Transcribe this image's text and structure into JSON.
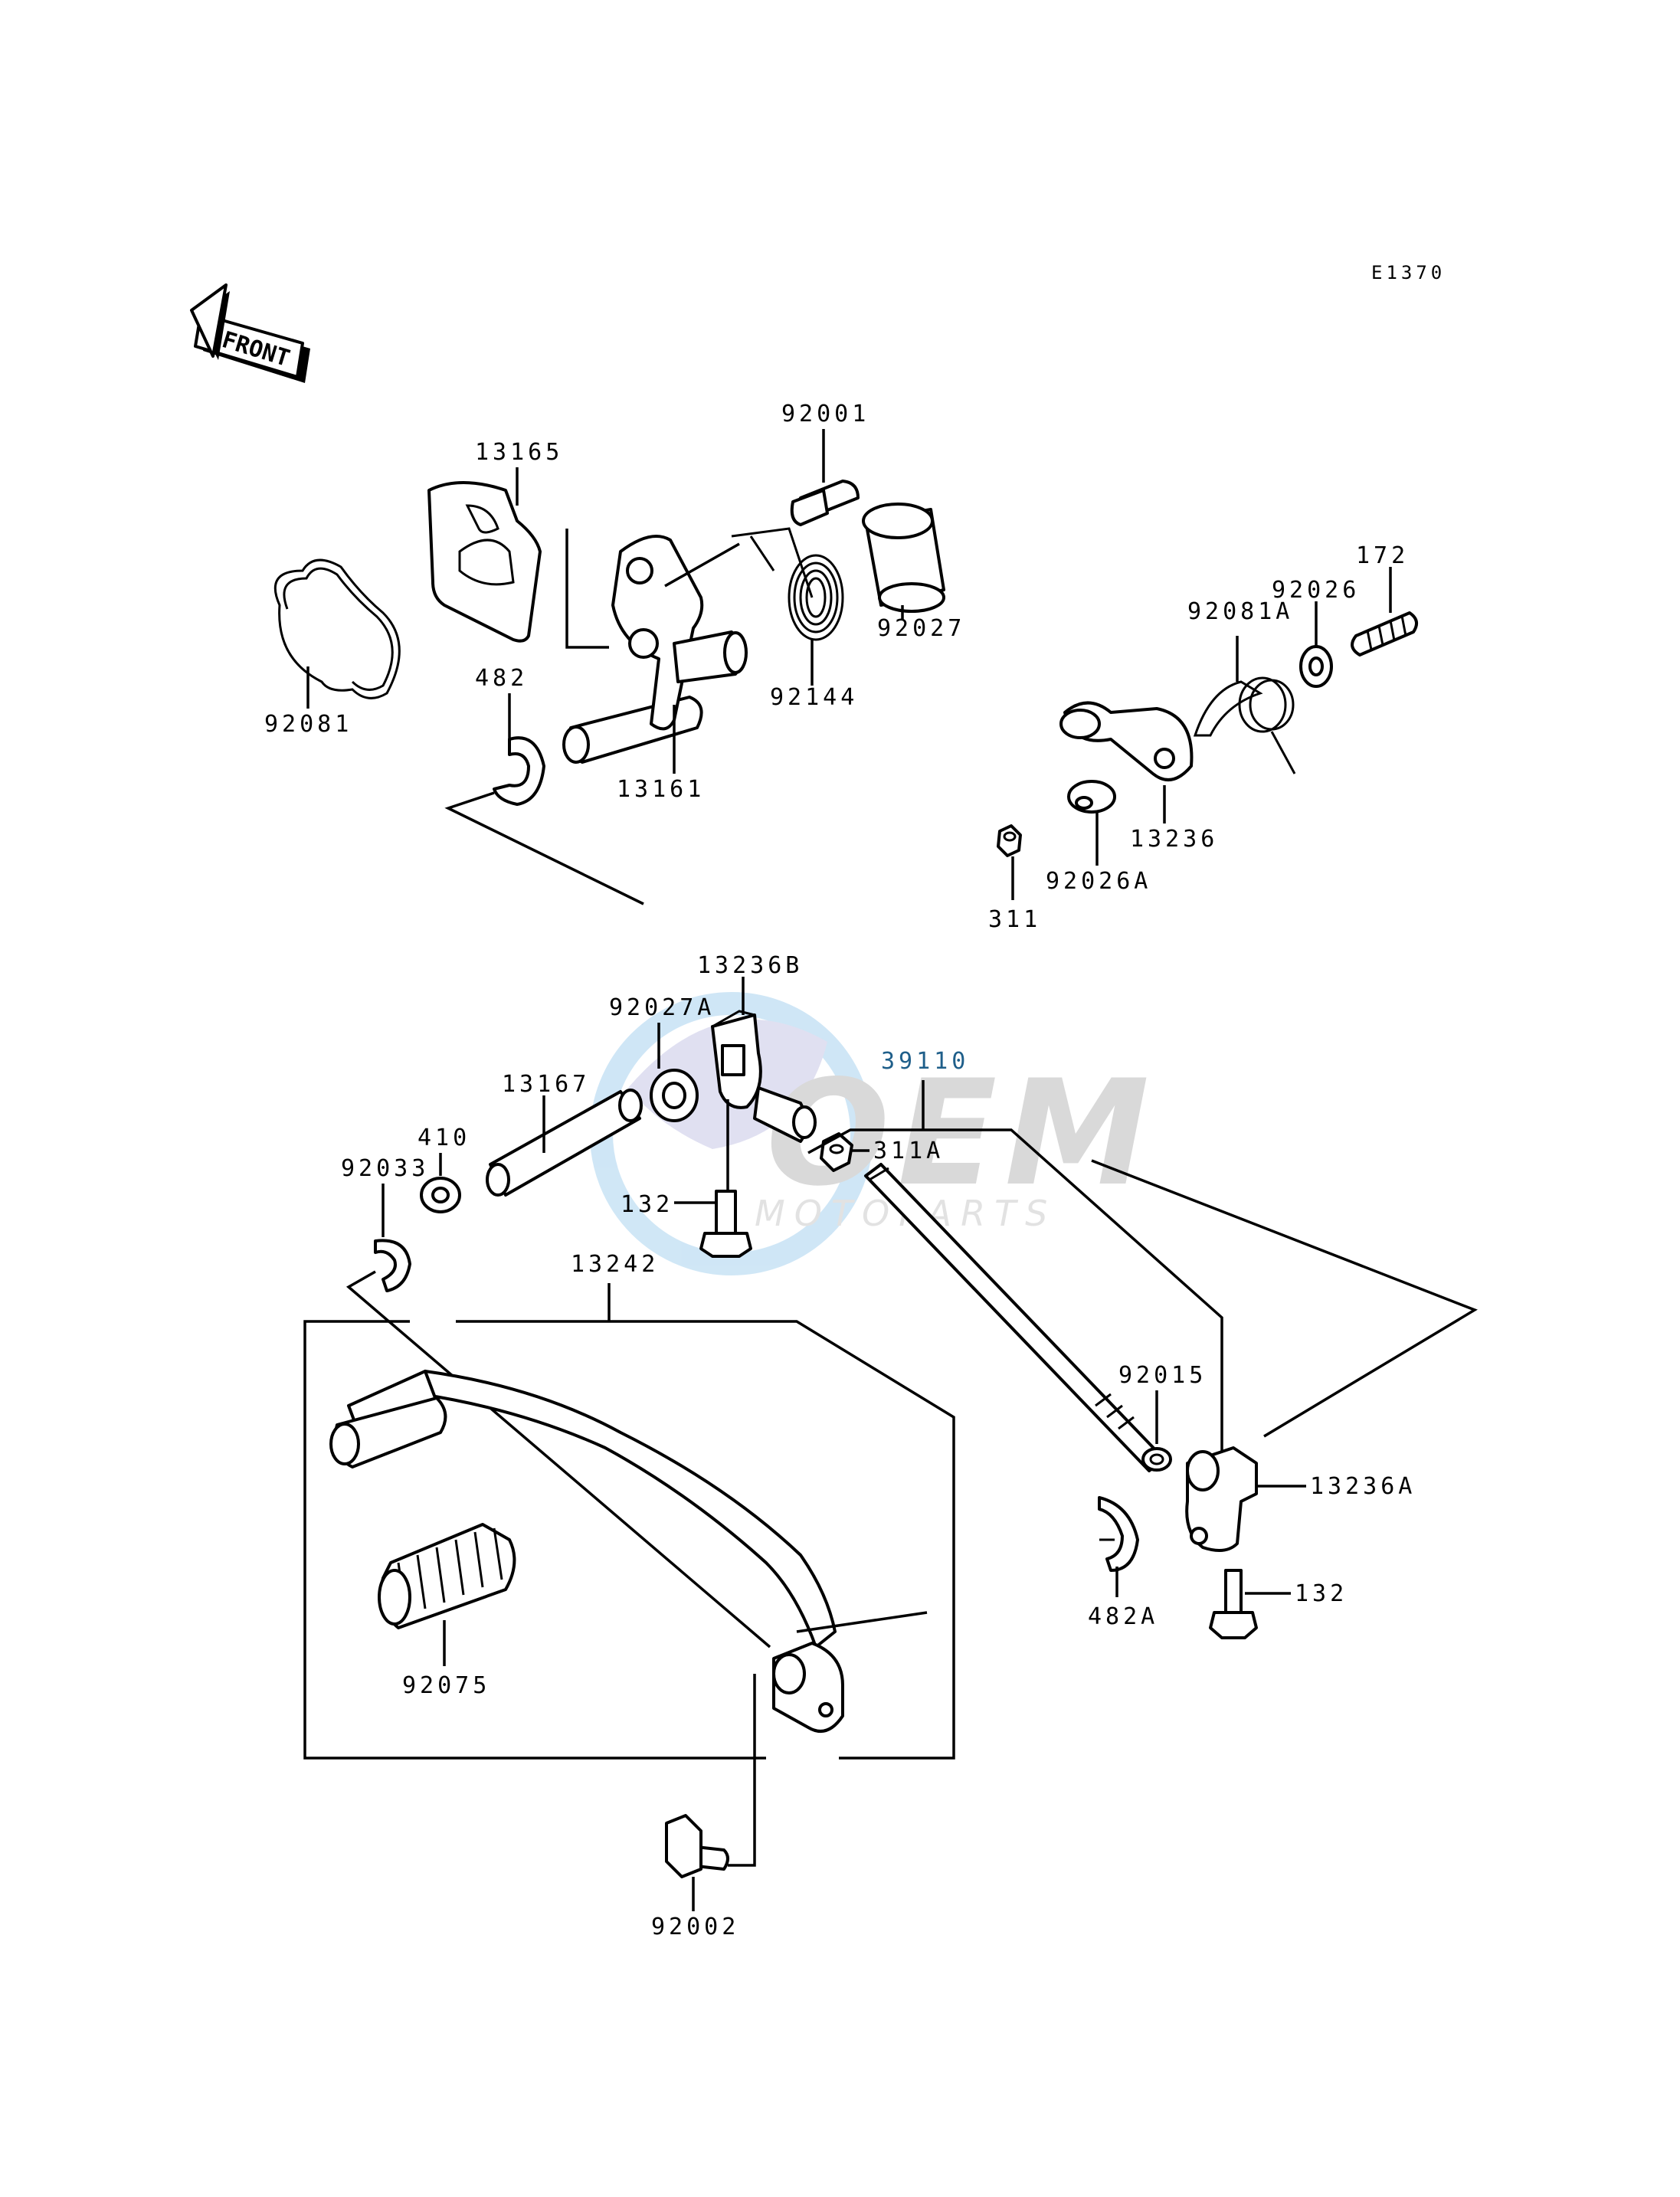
{
  "diagram_code": "E1370",
  "front_arrow_text": "FRONT",
  "watermark": {
    "brand": "OEM",
    "sub": "MOTOPARTS"
  },
  "labels": {
    "p13165": "13165",
    "p92001": "92001",
    "p92081": "92081",
    "p482": "482",
    "p13161": "13161",
    "p92144": "92144",
    "p92027": "92027",
    "p172": "172",
    "p92026": "92026",
    "p92081A": "92081A",
    "p13236": "13236",
    "p92026A": "92026A",
    "p311": "311",
    "p13236B": "13236B",
    "p92027A": "92027A",
    "p39110": "39110",
    "p311A": "311A",
    "p13167": "13167",
    "p410": "410",
    "p92033": "92033",
    "p132a": "132",
    "p13242": "13242",
    "p92015": "92015",
    "p13236A": "13236A",
    "p482A": "482A",
    "p132b": "132",
    "p92075": "92075",
    "p92002": "92002"
  }
}
